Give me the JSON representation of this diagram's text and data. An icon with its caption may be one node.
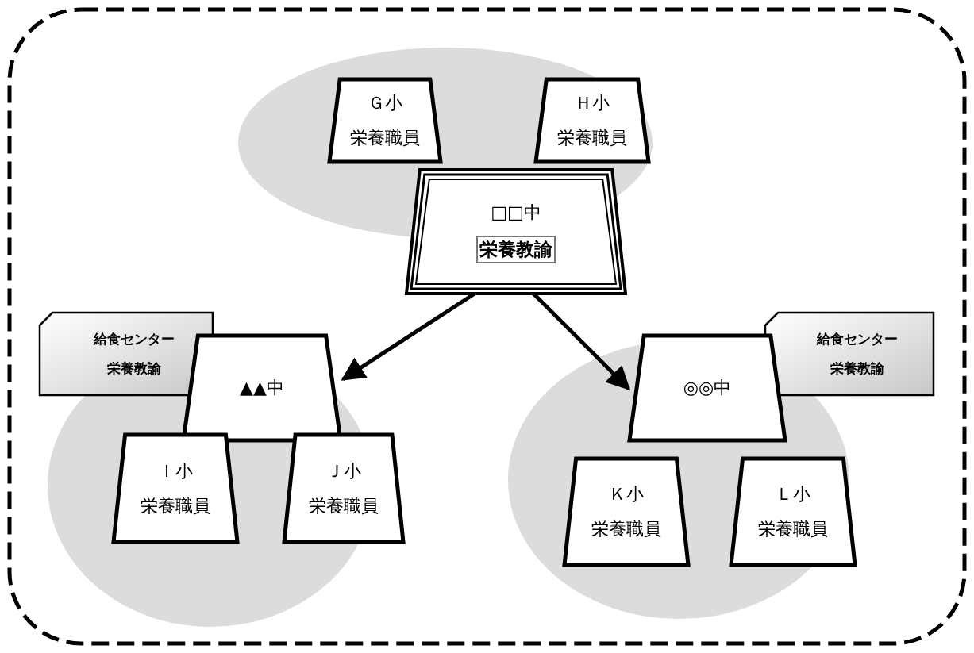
{
  "diagram": {
    "nodes": [
      {
        "text": [
          "Ｇ小",
          "栄養職員"
        ]
      },
      {
        "text": [
          "Ｈ小",
          "栄養職員"
        ]
      },
      {
        "text": [
          "□□中",
          "栄養教諭"
        ]
      },
      {
        "text": [
          "給食センター",
          "栄養教諭"
        ]
      },
      {
        "text": [
          "▲▲中"
        ]
      },
      {
        "text": [
          "Ｉ小",
          "栄養職員"
        ]
      },
      {
        "text": [
          "Ｊ小",
          "栄養職員"
        ]
      },
      {
        "text": [
          "給食センター",
          "栄養教諭"
        ]
      },
      {
        "text": [
          "◎◎中"
        ]
      },
      {
        "text": [
          "Ｋ小",
          "栄養職員"
        ]
      },
      {
        "text": [
          "Ｌ小",
          "栄養職員"
        ]
      }
    ],
    "edges": [
      {
        "from": 2,
        "to": 4,
        "arrow": "to"
      },
      {
        "from": 2,
        "to": 8,
        "arrow": "to"
      }
    ]
  }
}
